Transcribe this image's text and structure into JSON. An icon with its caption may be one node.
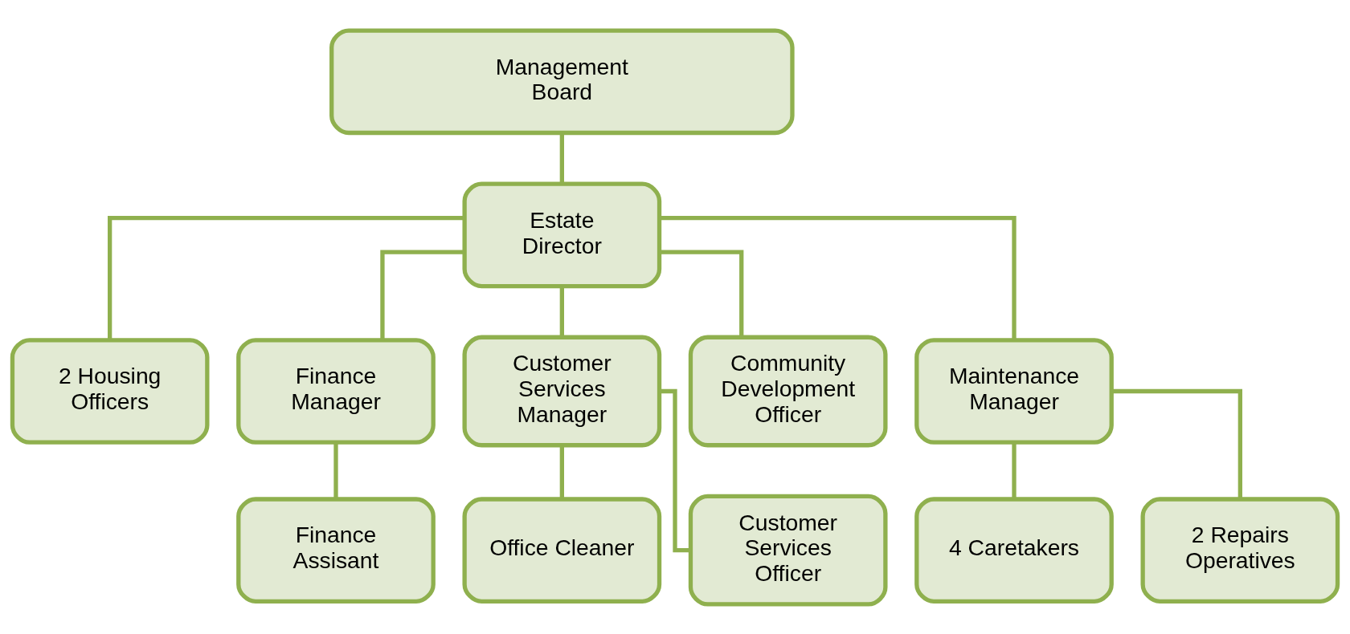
{
  "diagram": {
    "nodes": [
      {
        "text": [
          "Management Board"
        ]
      },
      {
        "text": [
          "Estate Director"
        ]
      },
      {
        "text": [
          "2 Housing Officers"
        ]
      },
      {
        "text": [
          "Finance Manager"
        ]
      },
      {
        "text": [
          "Customer Services Manager"
        ]
      },
      {
        "text": [
          "Community Development Officer"
        ]
      },
      {
        "text": [
          "Maintenance Manager"
        ]
      },
      {
        "text": [
          "Finance Assisant"
        ]
      },
      {
        "text": [
          "Office Cleaner"
        ]
      },
      {
        "text": [
          "Customer Services Officer"
        ]
      },
      {
        "text": [
          "4 Caretakers"
        ]
      },
      {
        "text": [
          "2 Repairs Operatives"
        ]
      }
    ],
    "edges": [
      {
        "from": 0,
        "to": 1,
        "arrow": "none"
      },
      {
        "from": 1,
        "to": 2,
        "arrow": "none"
      },
      {
        "from": 1,
        "to": 3,
        "arrow": "none"
      },
      {
        "from": 1,
        "to": 4,
        "arrow": "none"
      },
      {
        "from": 1,
        "to": 5,
        "arrow": "none"
      },
      {
        "from": 1,
        "to": 6,
        "arrow": "none"
      },
      {
        "from": 3,
        "to": 7,
        "arrow": "none"
      },
      {
        "from": 4,
        "to": 8,
        "arrow": "none"
      },
      {
        "from": 4,
        "to": 9,
        "arrow": "none"
      },
      {
        "from": 6,
        "to": 10,
        "arrow": "none"
      },
      {
        "from": 6,
        "to": 11,
        "arrow": "none"
      }
    ]
  }
}
